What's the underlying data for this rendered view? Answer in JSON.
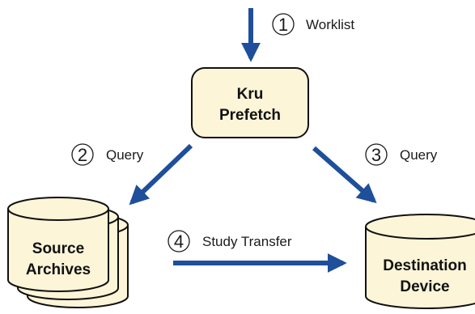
{
  "colors": {
    "arrow": "#1f4f9a",
    "box_fill": "#fdf5d8",
    "box_stroke": "#111111"
  },
  "steps": [
    {
      "number": "1",
      "label": "Worklist"
    },
    {
      "number": "2",
      "label": "Query"
    },
    {
      "number": "3",
      "label": "Query"
    },
    {
      "number": "4",
      "label": "Study Transfer"
    }
  ],
  "nodes": {
    "prefetch": {
      "line1": "Kru",
      "line2": "Prefetch"
    },
    "source": {
      "line1": "Source",
      "line2": "Archives"
    },
    "destination": {
      "line1": "Destination",
      "line2": "Device"
    }
  }
}
